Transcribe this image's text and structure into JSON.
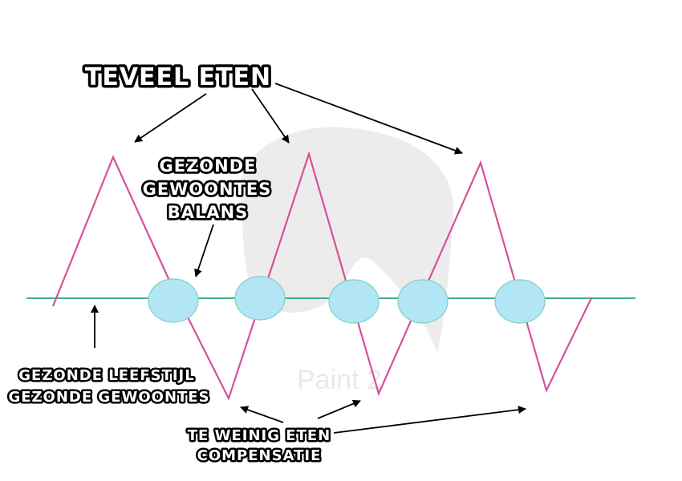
{
  "watermark": {
    "text": "Paint 2"
  },
  "labels": {
    "teveel_eten": "TEVEEL ETEN",
    "gezonde_gewoontes_balans": [
      "GEZONDE",
      "GEWOONTES",
      "BALANS"
    ],
    "gezonde_leefstijl": [
      "GEZONDE LEEFSTIJL",
      "GEZONDE GEWOONTES"
    ],
    "te_weinig_eten": [
      "TE WEINIG ETEN",
      "COMPENSATIE"
    ]
  },
  "colors": {
    "baseline": "#3cb38a",
    "zigzag": "#d6509a",
    "balance_fill": "#b3e6f5",
    "balance_stroke": "#7fd0c0",
    "arrow": "#000000"
  }
}
